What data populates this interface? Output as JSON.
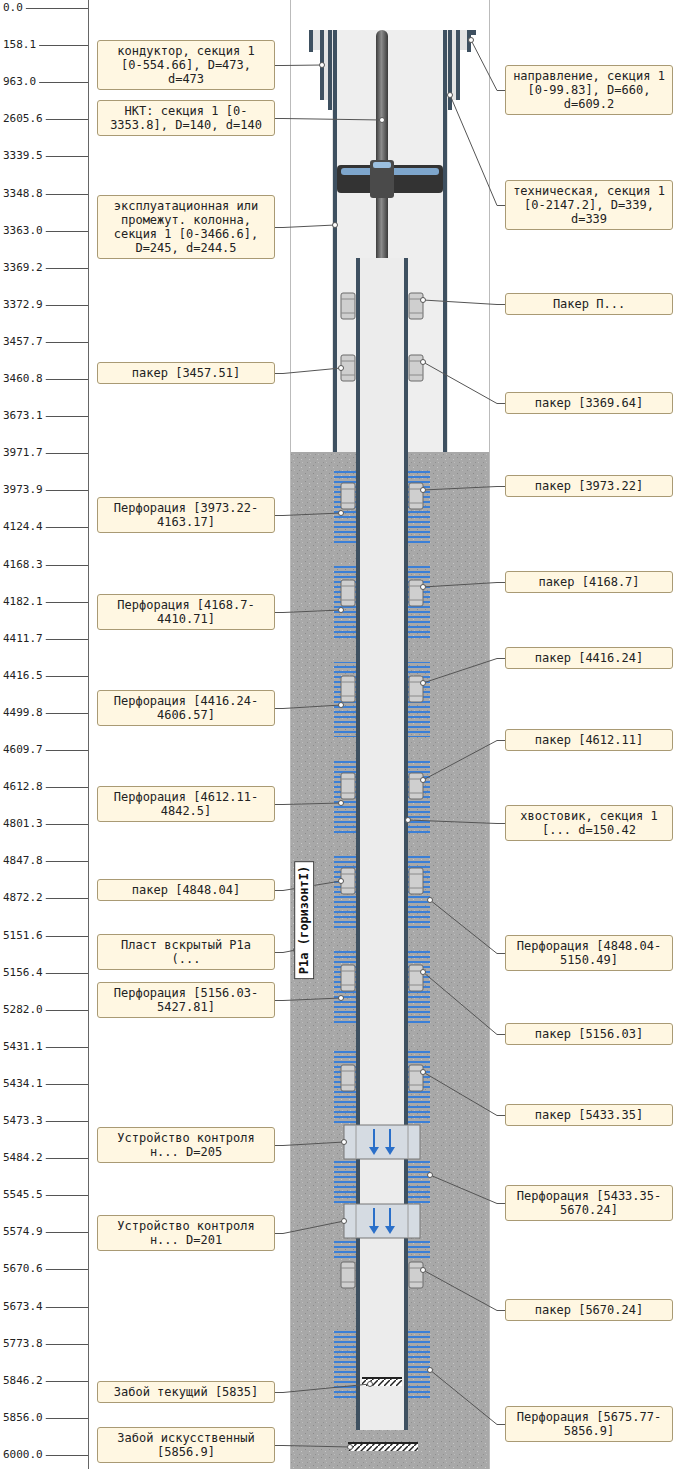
{
  "diagram": {
    "nodes": [
      {
        "text": [
          "кондуктор, секция 1 [0-554.66], D=473, d=473"
        ]
      },
      {
        "text": [
          "направление, секция 1 [0-99.83], D=660, d=609.2"
        ]
      },
      {
        "text": [
          "НКТ: секция 1 [0-3353.8], D=140, d=140"
        ]
      },
      {
        "text": [
          "техническая, секция 1 [0-2147.2], D=339, d=339"
        ]
      },
      {
        "text": [
          "эксплуатационная или промежут. колонна, секция 1 [0-3466.6], D=245, d=244.5"
        ]
      },
      {
        "text": [
          "Пакер П..."
        ]
      },
      {
        "text": [
          "пакер [3457.51]"
        ]
      },
      {
        "text": [
          "пакер [3369.64]"
        ]
      },
      {
        "text": [
          "пакер [3973.22]"
        ]
      },
      {
        "text": [
          "Перфорация [3973.22-4163.17]"
        ]
      },
      {
        "text": [
          "пакер [4168.7]"
        ]
      },
      {
        "text": [
          "Перфорация [4168.7-4410.71]"
        ]
      },
      {
        "text": [
          "пакер [4416.24]"
        ]
      },
      {
        "text": [
          "Перфорация [4416.24-4606.57]"
        ]
      },
      {
        "text": [
          "пакер [4612.11]"
        ]
      },
      {
        "text": [
          "Перфорация [4612.11-4842.5]"
        ]
      },
      {
        "text": [
          "хвостовик, секция 1 [... d=150.42"
        ]
      },
      {
        "text": [
          "пакер [4848.04]"
        ]
      },
      {
        "text": [
          "Пласт вскрытый P1a (..."
        ]
      },
      {
        "text": [
          "Перфорация [4848.04-5150.49]"
        ]
      },
      {
        "text": [
          "Перфорация [5156.03-5427.81]"
        ]
      },
      {
        "text": [
          "пакер [5156.03]"
        ]
      },
      {
        "text": [
          "пакер [5433.35]"
        ]
      },
      {
        "text": [
          "Устройство контроля н... D=205"
        ]
      },
      {
        "text": [
          "Перфорация [5433.35-5670.24]"
        ]
      },
      {
        "text": [
          "Устройство контроля н... D=201"
        ]
      },
      {
        "text": [
          "пакер [5670.24]"
        ]
      },
      {
        "text": [
          "Забой текущий [5835]"
        ]
      },
      {
        "text": [
          "Перфорация [5675.77-5856.9]"
        ]
      },
      {
        "text": [
          "Забой искусственный [5856.9]"
        ]
      }
    ],
    "labels": [
      "0.0",
      "158.1",
      "963.0",
      "2605.6",
      "3339.5",
      "3348.8",
      "3363.0",
      "3369.2",
      "3372.9",
      "3457.7",
      "3460.8",
      "3673.1",
      "3971.7",
      "3973.9",
      "4124.4",
      "4168.3",
      "4182.1",
      "4411.7",
      "4416.5",
      "4499.8",
      "4609.7",
      "4612.8",
      "4801.3",
      "4847.8",
      "4872.2",
      "5151.6",
      "5156.4",
      "5282.0",
      "5431.1",
      "5434.1",
      "5473.3",
      "5484.2",
      "5545.5",
      "5574.9",
      "5670.6",
      "5673.4",
      "5773.8",
      "5846.2",
      "5856.0",
      "6000.0",
      "P1a (горизонтI)"
    ]
  }
}
